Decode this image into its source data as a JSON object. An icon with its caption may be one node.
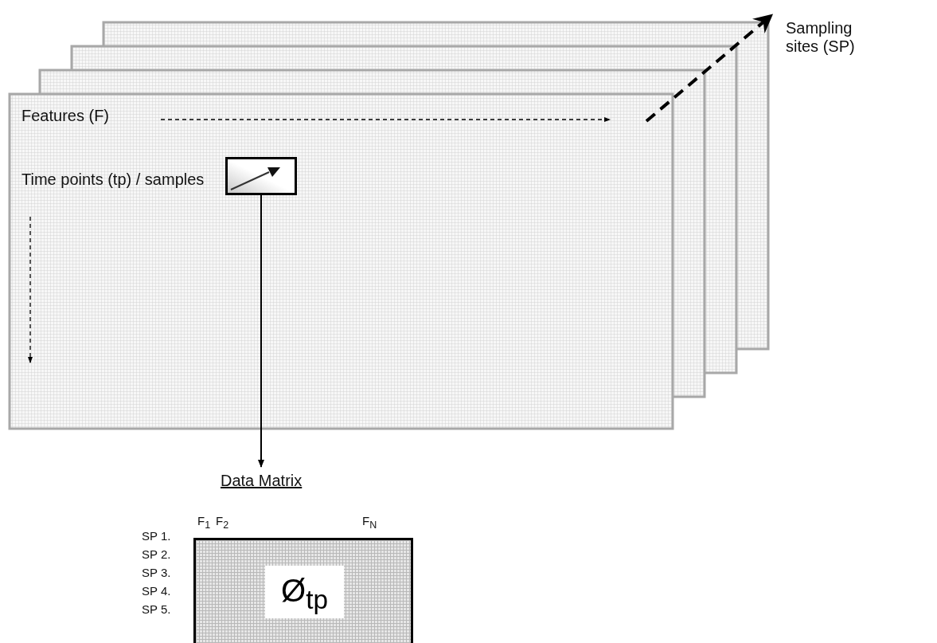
{
  "diagram": {
    "nodes": [
      {
        "text": [],
        "shape": "picture"
      },
      {
        "text": [
          "Data Matrix",
          "Ø$_{tp}$"
        ]
      }
    ],
    "edges": [
      {
        "from": 0,
        "to": 1,
        "arrow": "to"
      }
    ],
    "labels": [
      "Sampling sites (SP)",
      "Features (F)",
      "Time points (tp) / samples",
      "F$_{1}$",
      "F$_{2}$",
      "F$_{N}$",
      "SP 1.",
      "SP 2.",
      "SP 3.",
      "SP 4.",
      "SP 5."
    ]
  }
}
